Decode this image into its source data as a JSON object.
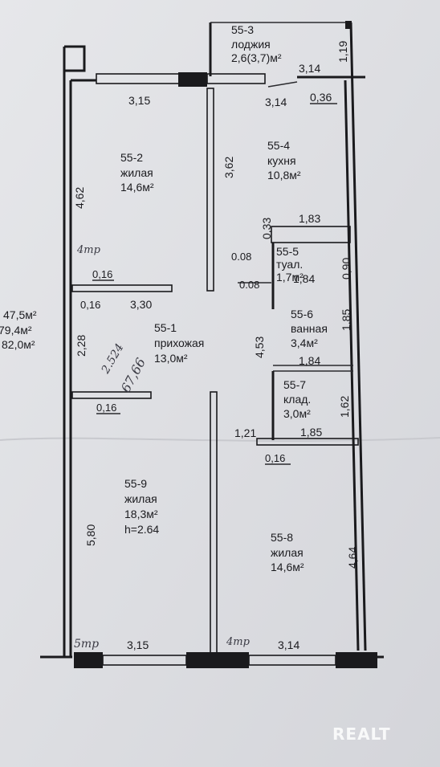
{
  "rooms": {
    "r553": {
      "id": "55-3",
      "name": "лоджия",
      "area": "2,6(3,7)м²"
    },
    "r552": {
      "id": "55-2",
      "name": "жилая",
      "area": "14,6м²"
    },
    "r554": {
      "id": "55-4",
      "name": "кухня",
      "area": "10,8м²"
    },
    "r555": {
      "id": "55-5",
      "name": "туал.",
      "area": "1,7м²"
    },
    "r556": {
      "id": "55-6",
      "name": "ванная",
      "area": "3,4м²"
    },
    "r551": {
      "id": "55-1",
      "name": "прихожая",
      "area": "13,0м²"
    },
    "r557": {
      "id": "55-7",
      "name": "клад.",
      "area": "3,0м²"
    },
    "r559": {
      "id": "55-9",
      "name": "жилая",
      "area": "18,3м²",
      "height": "h=2.64"
    },
    "r558": {
      "id": "55-8",
      "name": "жилая",
      "area": "14,6м²"
    }
  },
  "dimensions": {
    "d_119": "1,19",
    "d_314_loggia": "3,14",
    "d_315_top": "3,15",
    "d_314_top": "3,14",
    "d_036": "0,36",
    "d_362": "3,62",
    "d_462": "4,62",
    "d_033": "0,33",
    "d_183": "1,83",
    "d_008_a": "0.08",
    "d_090": "0,90",
    "d_016_a": "0,16",
    "d_008_b": "0.08",
    "d_184_a": "1,84",
    "d_016_b": "0,16",
    "d_330": "3,30",
    "d_185_side": "1,85",
    "d_228": "2,28",
    "d_453": "4,53",
    "d_184_b": "1,84",
    "d_016_c": "0,16",
    "d_162": "1,62",
    "d_121": "1,21",
    "d_185": "1,85",
    "d_016_d": "0,16",
    "d_580": "5,80",
    "d_464": "4,64",
    "d_315_bottom": "3,15",
    "d_314_bottom": "3,14"
  },
  "totals": [
    "47,5м²",
    "79,4м²",
    "82,0м²"
  ],
  "handwritten": {
    "h1": "4тр",
    "h2": "2.524",
    "h3": "67,66",
    "h4": "5тр",
    "h5": "4тр"
  },
  "watermark": "REALT",
  "colors": {
    "paper": "#dedfe3",
    "ink": "#1b1b1f"
  }
}
